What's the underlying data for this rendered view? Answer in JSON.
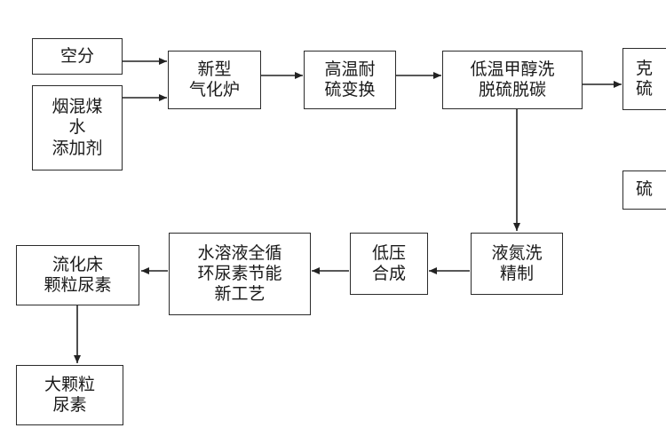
{
  "diagram": {
    "nodes": {
      "air_separation": "空分",
      "feedstock": "烟混煤\n水\n添加剂",
      "gasifier": "新型\n气化炉",
      "shift": "高温耐\n硫变换",
      "rectisol": "低温甲醇洗\n脱硫脱碳",
      "right_top": "克\n硫",
      "right_mid": "硫",
      "nitrogen_wash": "液氮洗\n精制",
      "synthesis": "低压\n合成",
      "urea_process": "水溶液全循\n环尿素节能\n新工艺",
      "fluid_bed": "流化床\n颗粒尿素",
      "large_granule": "大颗粒\n尿素"
    }
  }
}
